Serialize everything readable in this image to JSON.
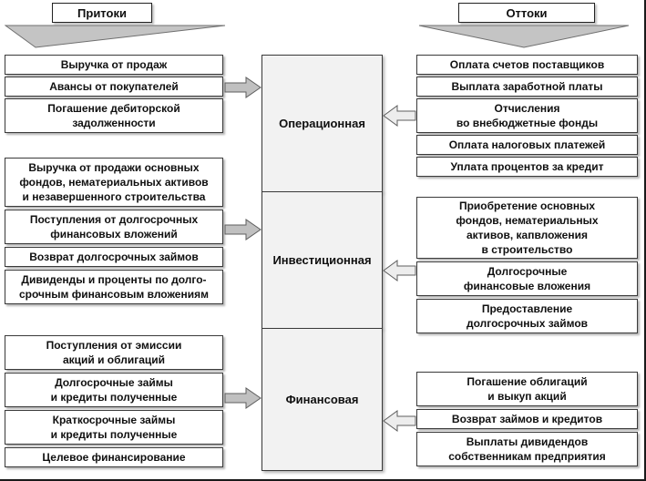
{
  "headers": {
    "inflows": "Притоки",
    "outflows": "Оттоки"
  },
  "activities": [
    {
      "label": "Операционная"
    },
    {
      "label": "Инвестиционная"
    },
    {
      "label": "Финансовая"
    }
  ],
  "inflows": [
    {
      "activity": "Операционная",
      "items": [
        "Выручка от продаж",
        "Авансы от покупателей",
        "Погашение дебиторской\nзадолженности"
      ]
    },
    {
      "activity": "Инвестиционная",
      "items": [
        "Выручка от продажи основных\nфондов, нематериальных активов\nи незавершенного строительства",
        "Поступления от долгосрочных\nфинансовых вложений",
        "Возврат долгосрочных займов",
        "Дивиденды и проценты по долго-\nсрочным финансовым вложениям"
      ]
    },
    {
      "activity": "Финансовая",
      "items": [
        "Поступления от эмиссии\nакций и облигаций",
        "Долгосрочные займы\nи кредиты полученные",
        "Краткосрочные займы\nи кредиты полученные",
        "Целевое финансирование"
      ]
    }
  ],
  "outflows": [
    {
      "activity": "Операционная",
      "items": [
        "Оплата счетов поставщиков",
        "Выплата заработной платы",
        "Отчисления\nво внебюджетные фонды",
        "Оплата налоговых платежей",
        "Уплата процентов за кредит"
      ]
    },
    {
      "activity": "Инвестиционная",
      "items": [
        "Приобретение основных\nфондов, нематериальных\nактивов, капвложения\nв строительство",
        "Долгосрочные\nфинансовые вложения",
        "Предоставление\nдолгосрочных займов"
      ]
    },
    {
      "activity": "Финансовая",
      "items": [
        "Погашение облигаций\nи выкуп акций",
        "Возврат займов и кредитов",
        "Выплаты дивидендов\nсобственникам предприятия"
      ]
    }
  ],
  "colors": {
    "box_border": "#3a3a3a",
    "center_fill": "#f2f2f2",
    "wedge_fill": "#c4c4c4",
    "inflow_arrow_fill": "#c0c0c0",
    "outflow_arrow_fill": "#ededed"
  }
}
